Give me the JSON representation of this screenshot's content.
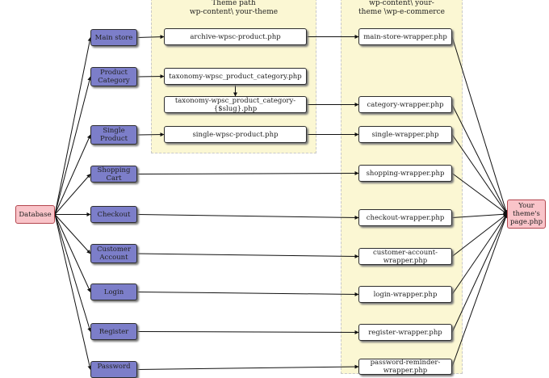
{
  "groups": {
    "theme_path": "Theme path\nwp-content\\ your-theme",
    "wrapper_path": "wp-content\\ your-\ntheme \\wp-e-commerce"
  },
  "nodes": {
    "database": "Database",
    "main_store": "Main store",
    "product_category": "Product\nCategory",
    "single_product": "Single\nProduct",
    "shopping_cart": "Shopping Cart",
    "checkout": "Checkout",
    "customer_account": "Customer\nAccount",
    "login": "Login",
    "register": "Register",
    "password": "Password",
    "archive": "archive-wpsc-product.php",
    "taxonomy": "taxonomy-wpsc_product_category.php",
    "taxonomy_slug": "taxonomy-wpsc_product_category-{$slug}.php",
    "single_php": "single-wpsc-product.php",
    "main_store_wrapper": "main-store-wrapper.php",
    "category_wrapper": "category-wrapper.php",
    "single_wrapper": "single-wrapper.php",
    "shopping_wrapper": "shopping-wrapper.php",
    "checkout_wrapper": "checkout-wrapper.php",
    "customer_account_wrapper": "customer-account-wrapper.php",
    "login_wrapper": "login-wrapper.php",
    "register_wrapper": "register-wrapper.php",
    "password_reminder_wrapper": "password-reminder-wrapper.php",
    "theme_page": "Your\ntheme's\npage.php"
  },
  "colors": {
    "page_node": "#7c7ec9",
    "file_node": "#ffffff",
    "endpoint_node": "#f9c4c9",
    "group_background": "#fbf7d3",
    "edge": "#111111"
  }
}
